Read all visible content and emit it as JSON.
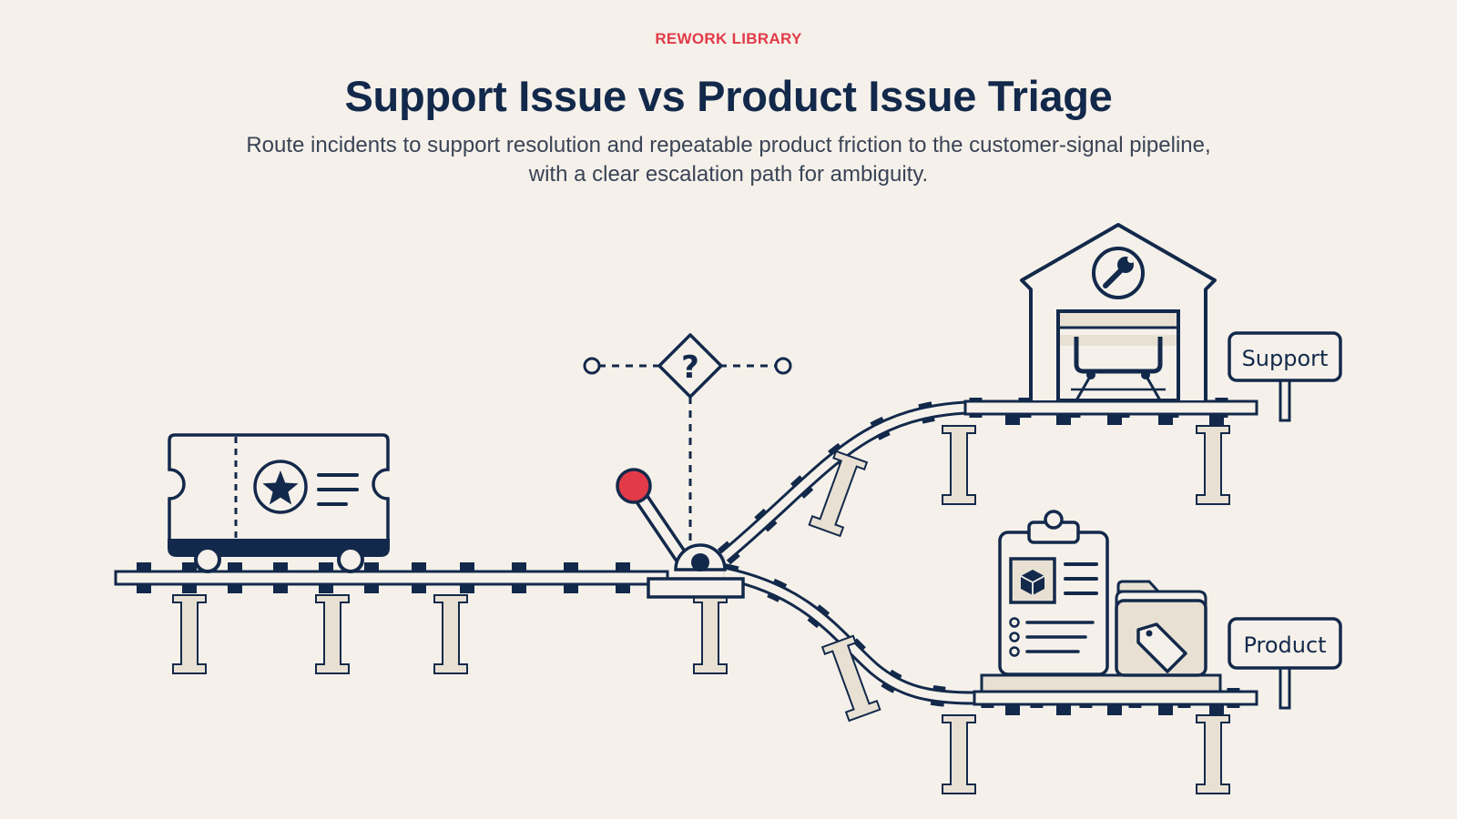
{
  "header": {
    "eyebrow": "REWORK LIBRARY",
    "title": "Support Issue vs Product Issue Triage",
    "subtitle": "Route incidents to support resolution and repeatable product friction to the customer-signal pipeline, with a clear escalation path for ambiguity."
  },
  "diagram": {
    "decision_symbol": "?",
    "signs": {
      "support": "Support",
      "product": "Product"
    },
    "icons": {
      "ticket": "ticket-cart-icon",
      "switch": "track-switch-lever-icon",
      "decision": "question-diamond-icon",
      "support_depot": "wrench-garage-icon",
      "product_depot": "clipboard-folder-tag-icon"
    }
  },
  "colors": {
    "background": "#f5f1ea",
    "navy": "#13294b",
    "accent_red": "#e23a48",
    "beige": "#e8e1d3"
  }
}
